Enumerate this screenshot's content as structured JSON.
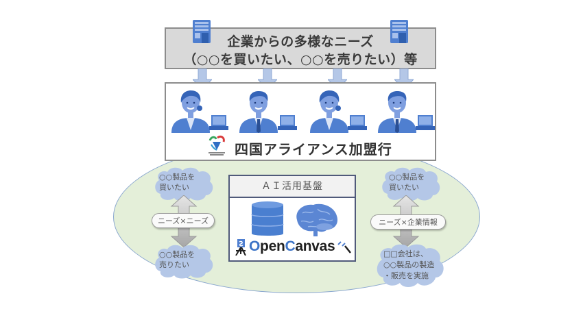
{
  "needs_box": {
    "line1": "企業からの多様なニーズ",
    "line2": "（○○を買いたい、○○を売りたい）等",
    "icons": [
      "building-icon",
      "building-icon"
    ]
  },
  "bank_box": {
    "name": "四国アライアンス加盟行",
    "logo": "shikoku-alliance-logo",
    "staff_count": 4
  },
  "left_flow": {
    "top_cloud": "○○製品を\n買いたい",
    "label": "ニーズ×ニーズ",
    "bottom_cloud": "○○製品を\n売りたい"
  },
  "right_flow": {
    "top_cloud": "○○製品を\n買いたい",
    "label": "ニーズ×企業情報",
    "bottom_cloud": "□□会社は、\n○○製品の製造\n・販売を実施"
  },
  "ai_platform": {
    "title": "ＡＩ活用基盤",
    "logo_text_parts": [
      "O",
      "pen",
      "C",
      "anvas"
    ],
    "icons": [
      "database-icon",
      "brain-icon",
      "opencanvas-logo"
    ]
  },
  "colors": {
    "icon_blue": "#4f7fd0",
    "ellipse_fill": "#e4efd9",
    "cloud_fill": "#b4c7e7",
    "needs_box_fill": "#d9d9d9",
    "arrow_fill": "#b4c7e7"
  }
}
